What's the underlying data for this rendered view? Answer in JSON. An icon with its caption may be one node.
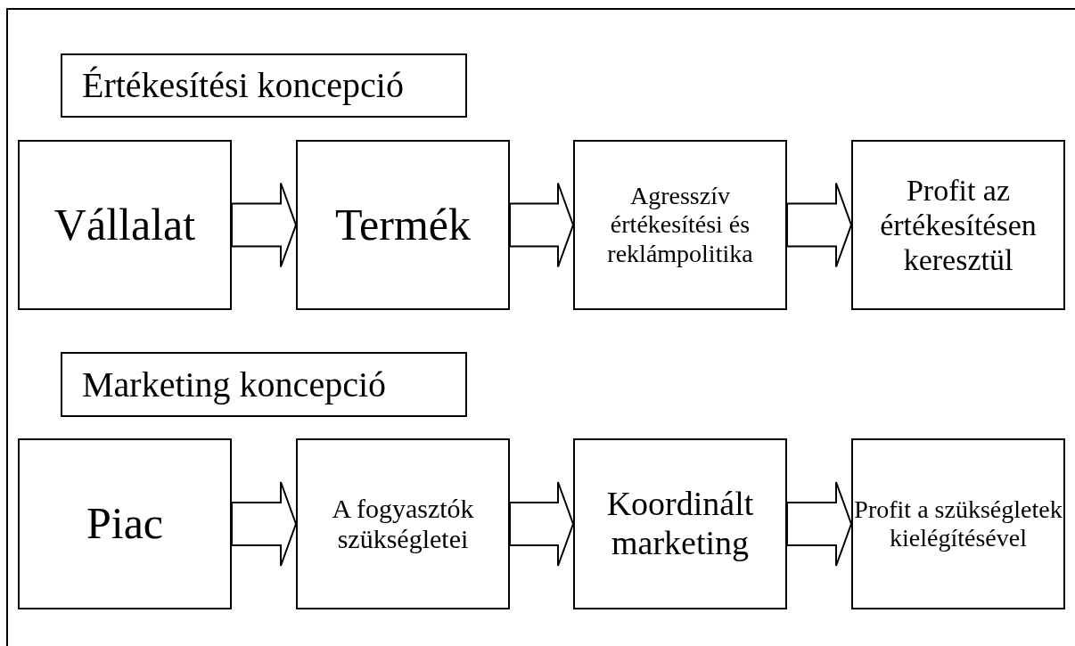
{
  "diagram": {
    "nodes": [
      {
        "text": [
          "Értékesítési koncepció"
        ]
      },
      {
        "text": [
          "Vállalat"
        ]
      },
      {
        "text": [
          "Termék"
        ]
      },
      {
        "text": [
          "Agresszív értékesítési és reklámpolitika"
        ]
      },
      {
        "text": [
          "Profit az értékesítésen keresztül"
        ]
      },
      {
        "text": [
          "Marketing koncepció"
        ]
      },
      {
        "text": [
          "Piac"
        ]
      },
      {
        "text": [
          "A fogyasztók szükségletei"
        ]
      },
      {
        "text": [
          "Koordinált marketing"
        ]
      },
      {
        "text": [
          "Profit a szükségletek kielégítésével"
        ]
      }
    ],
    "edges": [
      {
        "from": 1,
        "to": 2,
        "arrow": "to"
      },
      {
        "from": 2,
        "to": 3,
        "arrow": "to"
      },
      {
        "from": 3,
        "to": 4,
        "arrow": "to"
      },
      {
        "from": 6,
        "to": 7,
        "arrow": "to"
      },
      {
        "from": 7,
        "to": 8,
        "arrow": "to"
      },
      {
        "from": 8,
        "to": 9,
        "arrow": "to"
      }
    ]
  }
}
